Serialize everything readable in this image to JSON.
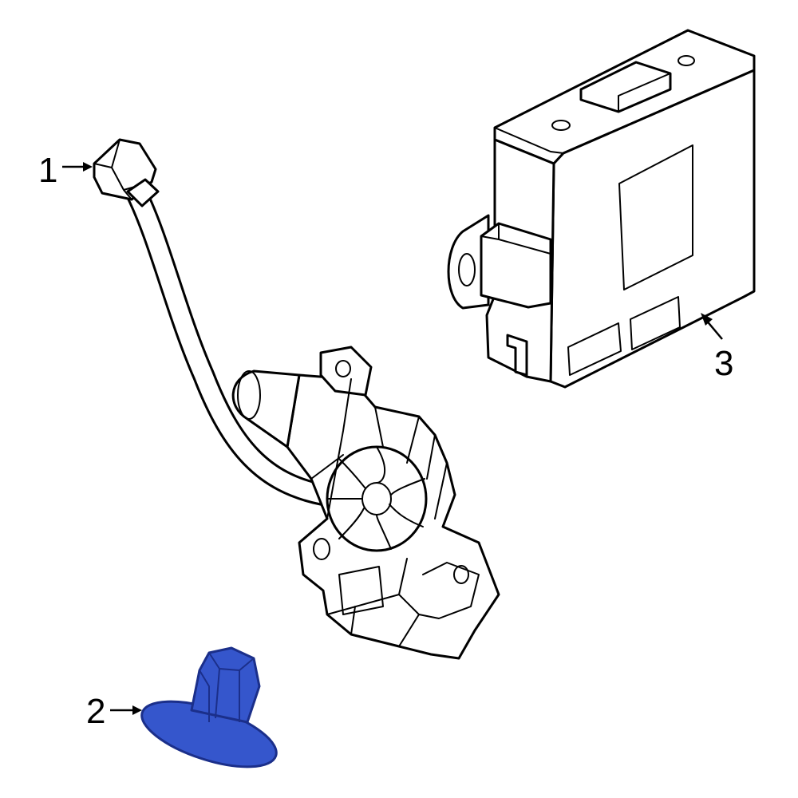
{
  "callouts": [
    {
      "id": "1",
      "label": "1"
    },
    {
      "id": "2",
      "label": "2"
    },
    {
      "id": "3",
      "label": "3"
    }
  ],
  "colors": {
    "line": "#000000",
    "highlight_fill": "#3556cc",
    "highlight_stroke": "#1b2f8a",
    "background": "#ffffff"
  }
}
